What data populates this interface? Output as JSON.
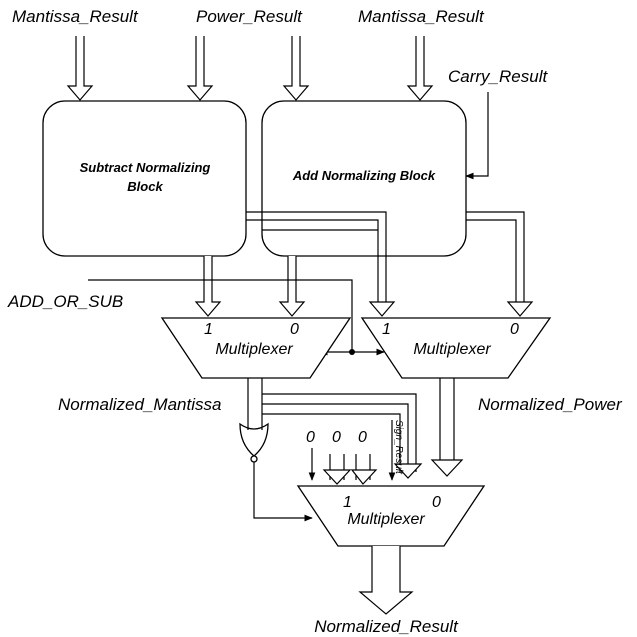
{
  "inputs": {
    "mantissa_left": "Mantissa_Result",
    "power": "Power_Result",
    "mantissa_right": "Mantissa_Result",
    "carry": "Carry_Result",
    "add_or_sub": "ADD_OR_SUB"
  },
  "blocks": {
    "subtract_line1": "Subtract Normalizing",
    "subtract_line2": "Block",
    "add": "Add Normalizing Block"
  },
  "multiplexers": {
    "left": {
      "label": "Multiplexer",
      "in1": "1",
      "in0": "0"
    },
    "right": {
      "label": "Multiplexer",
      "in1": "1",
      "in0": "0"
    },
    "bottom": {
      "label": "Multiplexer",
      "in1": "1",
      "in0": "0"
    }
  },
  "signals": {
    "normalized_mantissa": "Normalized_Mantissa",
    "normalized_power": "Normalized_Power",
    "sign_result": "Sign_Result",
    "zero_a": "0",
    "zero_b": "0",
    "zero_c": "0",
    "output": "Normalized_Result"
  }
}
